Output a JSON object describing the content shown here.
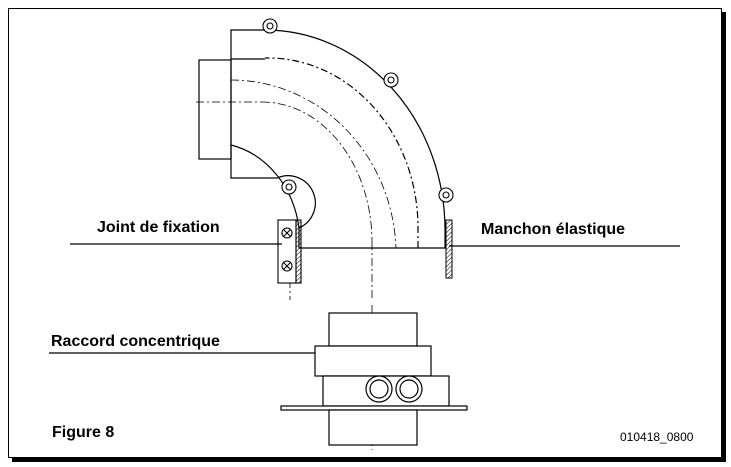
{
  "labels": {
    "joint": "Joint de fixation",
    "manchon": "Manchon élastique",
    "raccord": "Raccord concentrique",
    "figure": "Figure 8",
    "code": "010418_0800"
  }
}
